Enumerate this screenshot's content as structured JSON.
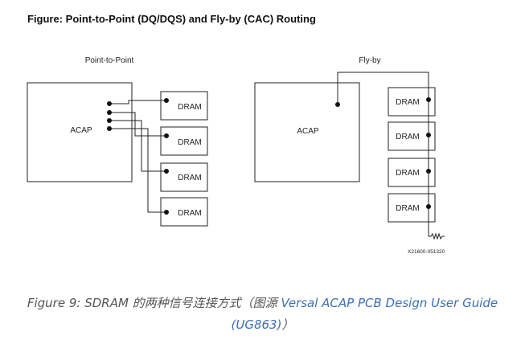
{
  "figure_title": "Figure: Point-to-Point (DQ/DQS) and Fly-by (CAC) Routing",
  "left_diagram": {
    "label": "Point-to-Point",
    "controller": "ACAP",
    "drams": [
      "DRAM",
      "DRAM",
      "DRAM",
      "DRAM"
    ]
  },
  "right_diagram": {
    "label": "Fly-by",
    "controller": "ACAP",
    "drams": [
      "DRAM",
      "DRAM",
      "DRAM",
      "DRAM"
    ]
  },
  "figure_id": "X21600-051320",
  "caption": {
    "prefix": "Figure 9: SDRAM 的两种信号连接方式（图源 ",
    "link_text": "Versal ACAP PCB Design User Guide (UG863)",
    "suffix": "）"
  }
}
